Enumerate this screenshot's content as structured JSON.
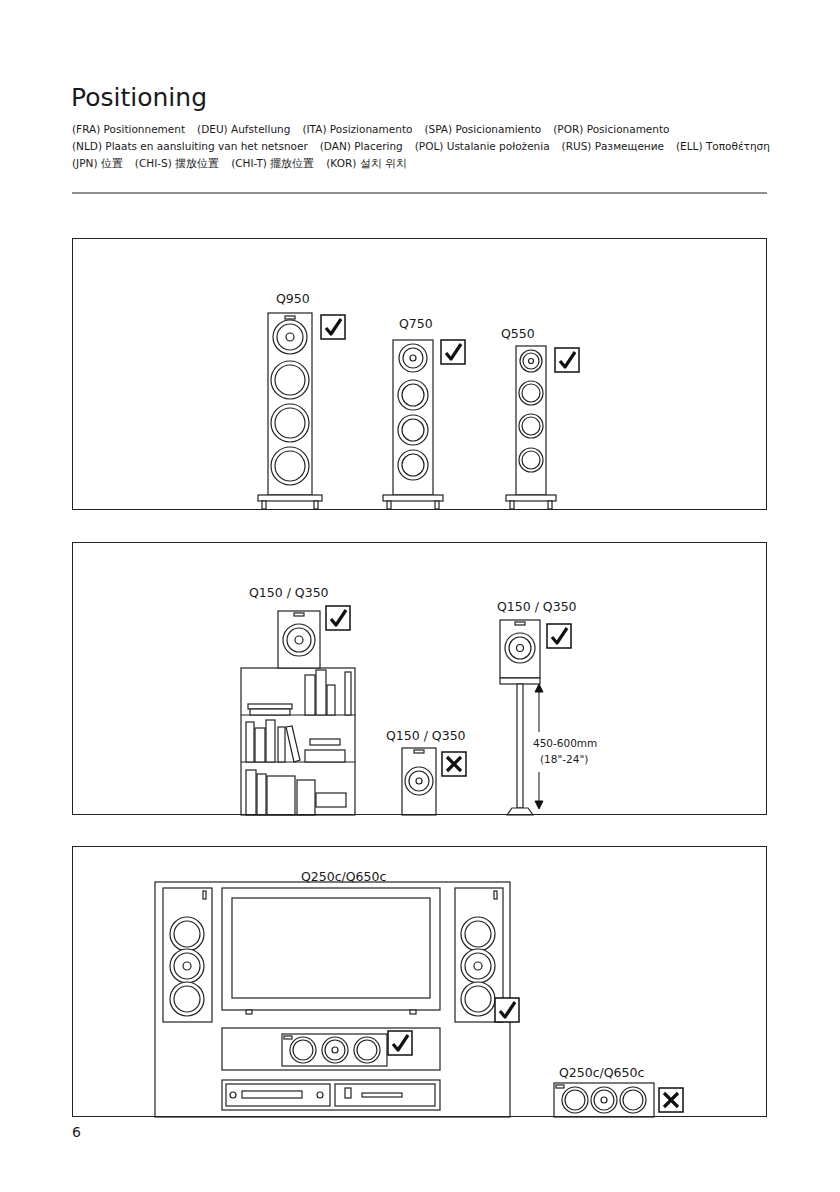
{
  "diagram": {
    "title": "Positioning",
    "nodes": [
      {
        "text": [
          "Q950",
          "Q750",
          "Q550"
        ]
      },
      {
        "text": [
          "Q150 / Q350",
          "Q150 / Q350",
          "Q150 / Q350",
          "450-600mm",
          "(18\"-24\")"
        ]
      },
      {
        "text": [
          "Q250c/Q650c",
          "Q250c/Q650c"
        ]
      }
    ],
    "labels": [
      "(FRA) Positionnement",
      "(DEU) Aufstellung",
      "(ITA) Posizionamento",
      "(SPA) Posicionamiento",
      "(POR) Posicionamento",
      "(NLD) Plaats en aansluiting van het netsnoer",
      "(DAN) Placering",
      "(POL) Ustalanie położenia",
      "(RUS) Размещение",
      "(ELL) Τοποθέτηση",
      "(JPN) 位置",
      "(CHI-S) 摆放位置",
      "(CHI-T) 擺放位置",
      "(KOR) 설치 위치",
      "6"
    ]
  }
}
